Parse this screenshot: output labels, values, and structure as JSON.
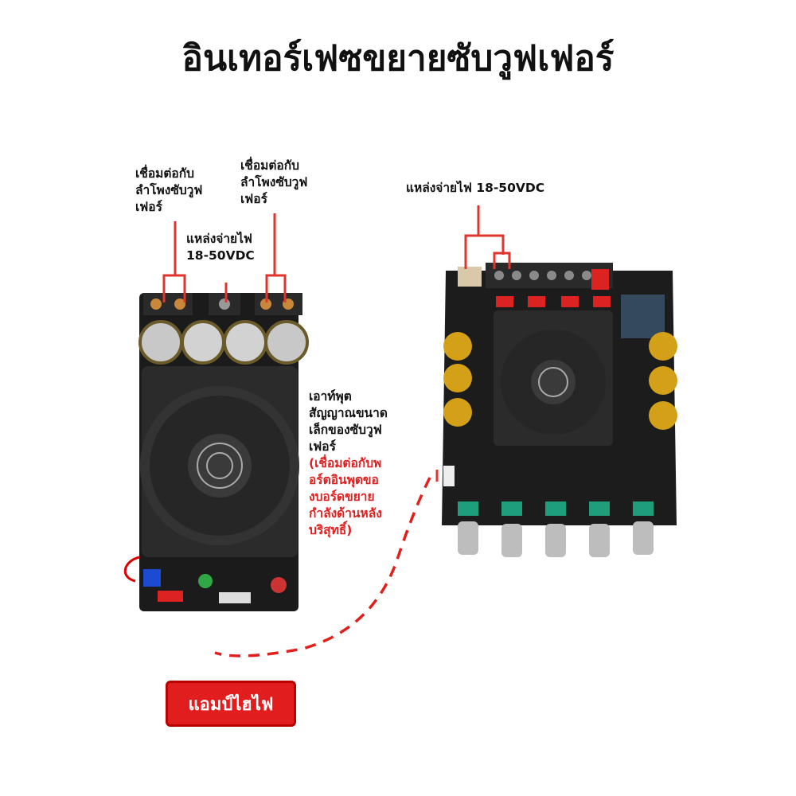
{
  "title": "อินเทอร์เฟซขยายซับวูฟเฟอร์",
  "labels": {
    "left_sub_a": [
      "เชื่อมต่อกับ",
      "ลำโพงซับวูฟ",
      "เฟอร์"
    ],
    "left_sub_b": [
      "เชื่อมต่อกับ",
      "ลำโพงซับวูฟ",
      "เฟอร์"
    ],
    "left_power": [
      "แหล่งจ่ายไฟ",
      "18-50VDC"
    ],
    "right_power": "แหล่งจ่ายไฟ 18-50VDC",
    "output_black": [
      "เอาท์พุต",
      "สัญญาณขนาด",
      "เล็กของซับวูฟ",
      "เฟอร์"
    ],
    "output_red": [
      "(เชื่อมต่อกับพ",
      "อร์ตอินพุตขอ",
      "งบอร์ดขยาย",
      "กำลังด้านหลัง",
      "บริสุทธิ์)"
    ]
  },
  "button_label": "แอมป์ไฮไฟ",
  "colors": {
    "accent_red": "#e11d1d",
    "board": "#1b1b1b",
    "line": "#e0342f"
  }
}
